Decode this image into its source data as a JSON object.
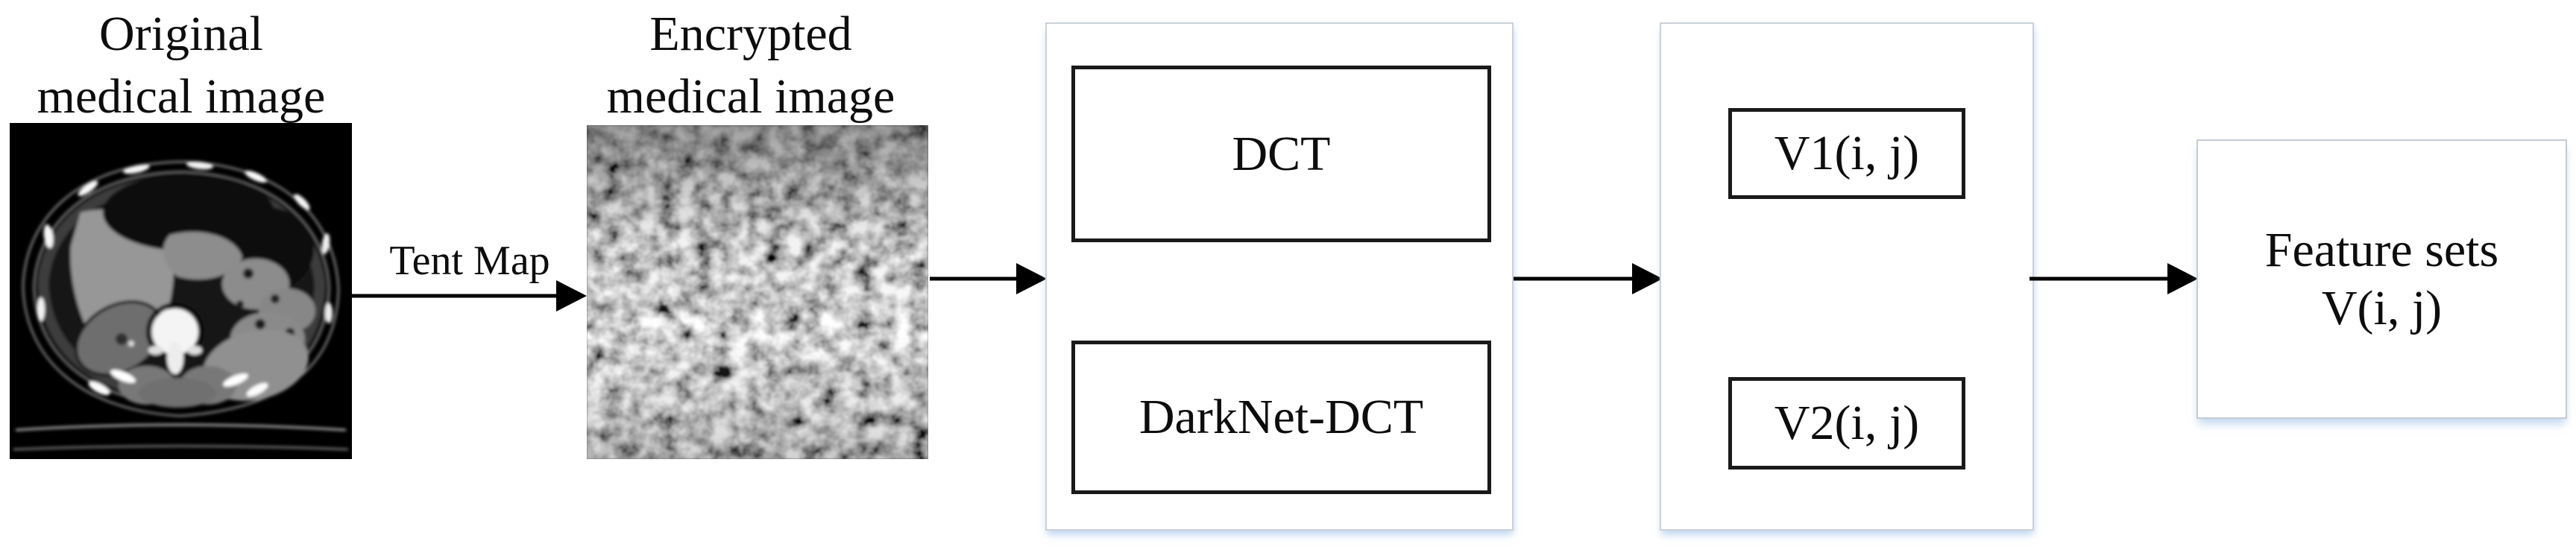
{
  "figure": {
    "input_stage": {
      "title_line1": "Original",
      "title_line2": "medical image"
    },
    "tent_map_label": "Tent Map",
    "encrypted_stage": {
      "title_line1": "Encrypted",
      "title_line2": "medical image"
    },
    "transform_stage": {
      "dct_label": "DCT",
      "darknet_label": "DarkNet-DCT"
    },
    "vector_stage": {
      "v1_label": "V1(i, j)",
      "v2_label": "V2(i, j)"
    },
    "output_stage": {
      "line1": "Feature sets",
      "line2": "V(i, j)"
    }
  },
  "icons": {
    "original_image": "axial-abdominal-ct-scan",
    "encrypted_image": "random-grayscale-noise"
  },
  "colors": {
    "background": "#ffffff",
    "text": "#0d0d0d",
    "inner_box_border": "#1a1a1a",
    "container_border": "#ccd1d8",
    "container_shadow": "#9ec0e9",
    "arrow": "#000000"
  }
}
